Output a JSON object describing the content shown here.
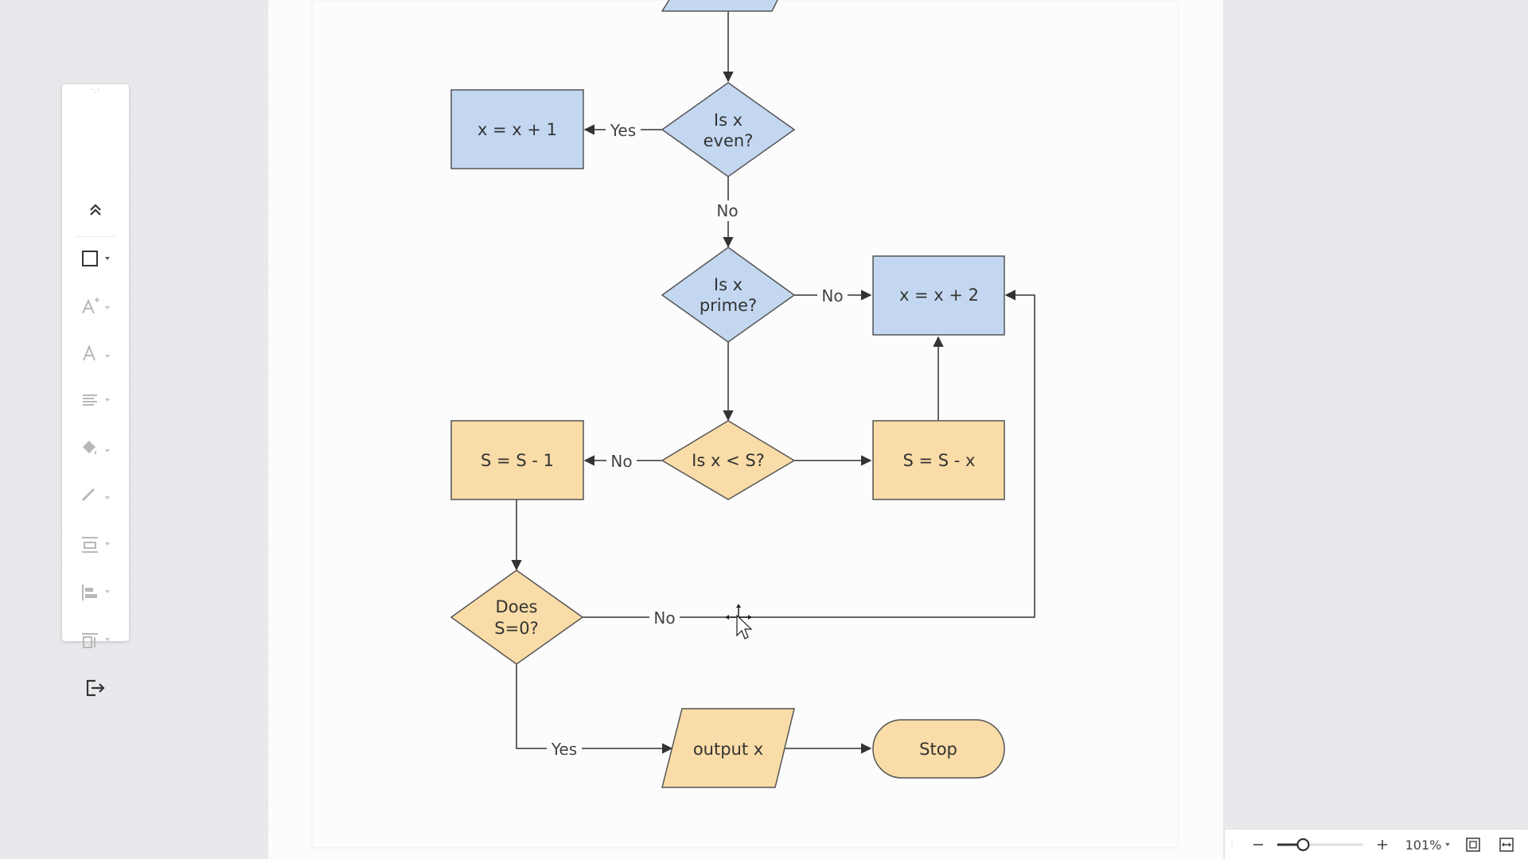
{
  "diagram": {
    "nodes": {
      "inc1": "x = x + 1",
      "even": [
        "Is x",
        "even?"
      ],
      "prime": [
        "Is x",
        "prime?"
      ],
      "inc2": "x = x + 2",
      "cmp": "Is x < S?",
      "dec1": "S = S - 1",
      "decx": "S = S - x",
      "zero": [
        "Does",
        "S=0?"
      ],
      "output": "output x",
      "stop": "Stop"
    },
    "edge_labels": {
      "even_yes": "Yes",
      "even_no": "No",
      "prime_no": "No",
      "cmp_no": "No",
      "zero_no": "No",
      "zero_yes": "Yes"
    },
    "colors": {
      "blue_fill": "#c3d7f1",
      "orange_fill": "#f9dca7",
      "stroke": "#555555",
      "line": "#333333"
    }
  },
  "toolbar": {
    "items": [
      "collapse-icon",
      "shape-icon",
      "text-style-icon",
      "font-color-icon",
      "align-icon",
      "fill-icon",
      "line-icon",
      "spacing-icon",
      "distribute-icon",
      "arrange-icon",
      "exit-icon"
    ]
  },
  "zoom": {
    "value": "101%",
    "level_fraction": 0.3
  }
}
